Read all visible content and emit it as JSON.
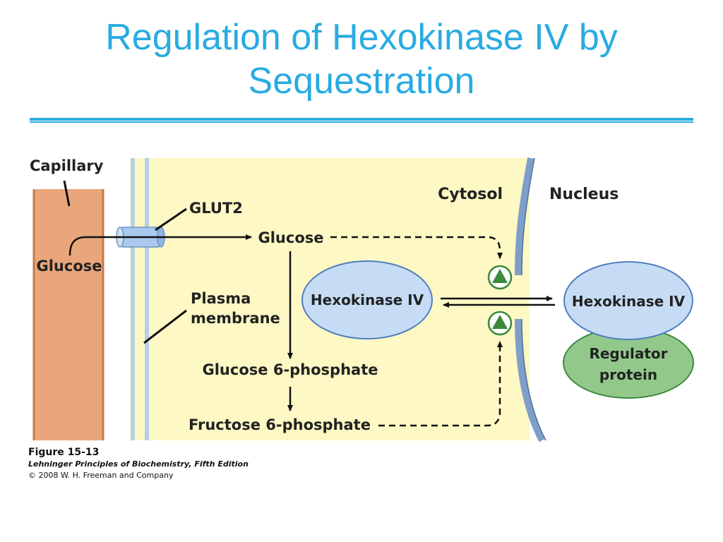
{
  "slide": {
    "title_line1": "Regulation of Hexokinase IV by",
    "title_line2": "Sequestration"
  },
  "figure": {
    "labels": {
      "capillary": "Capillary",
      "glucose_blood": "Glucose",
      "glut2": "GLUT2",
      "glucose_cell": "Glucose",
      "plasma_line1": "Plasma",
      "plasma_line2": "membrane",
      "cytosol": "Cytosol",
      "nucleus": "Nucleus",
      "hexokinase_cyto": "Hexokinase IV",
      "hexokinase_nuc": "Hexokinase IV",
      "regulator_line1": "Regulator",
      "regulator_line2": "protein",
      "g6p": "Glucose 6-phosphate",
      "f6p": "Fructose 6-phosphate"
    },
    "colors": {
      "capillary": "#e8a67a",
      "cytosol": "#fdf8c4",
      "membrane": "#c9ddf2",
      "nuclear_envelope": "#7e9fc9",
      "hexokinase": "#c6dcf5",
      "regulator": "#92c98b",
      "activator": "#3a8a3a"
    }
  },
  "caption": {
    "figure": "Figure 15-13",
    "book": "Lehninger Principles of Biochemistry, Fifth Edition",
    "copyright": "© 2008 W. H. Freeman and Company"
  }
}
